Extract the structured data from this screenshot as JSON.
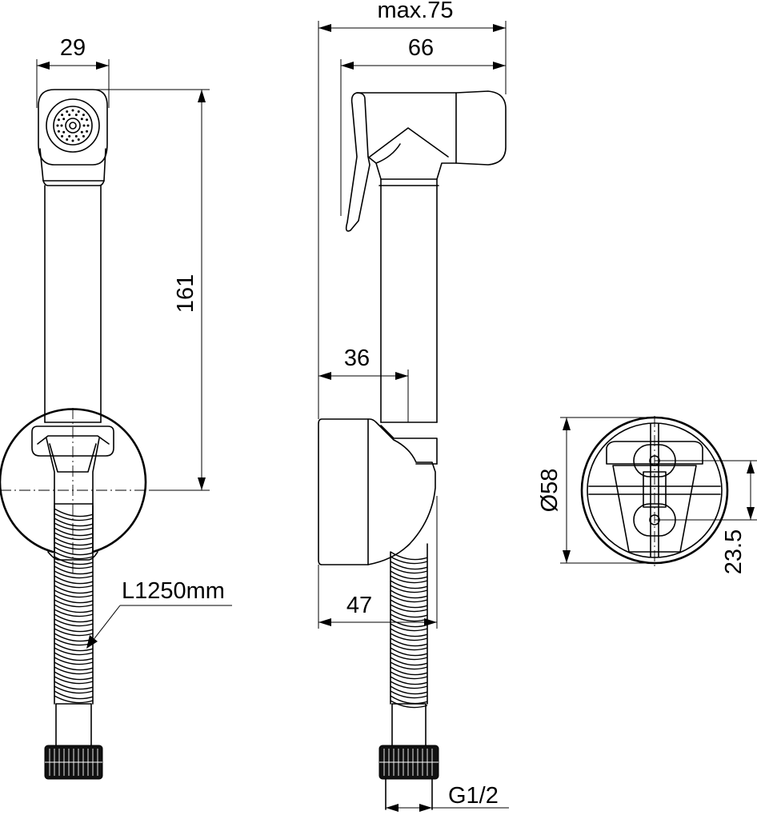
{
  "dimensions": {
    "max_width": "max.75",
    "head_width": "66",
    "front_width": "29",
    "total_height": "161",
    "holder_offset": "36",
    "holder_depth": "47",
    "hose_length": "L1250mm",
    "thread": "G1/2",
    "holder_diameter": "Ø58",
    "hole_spacing": "23.5"
  },
  "views": [
    "front-view",
    "side-view",
    "wall-holder-view"
  ],
  "colors": {
    "line": "#000000",
    "background": "#ffffff"
  }
}
